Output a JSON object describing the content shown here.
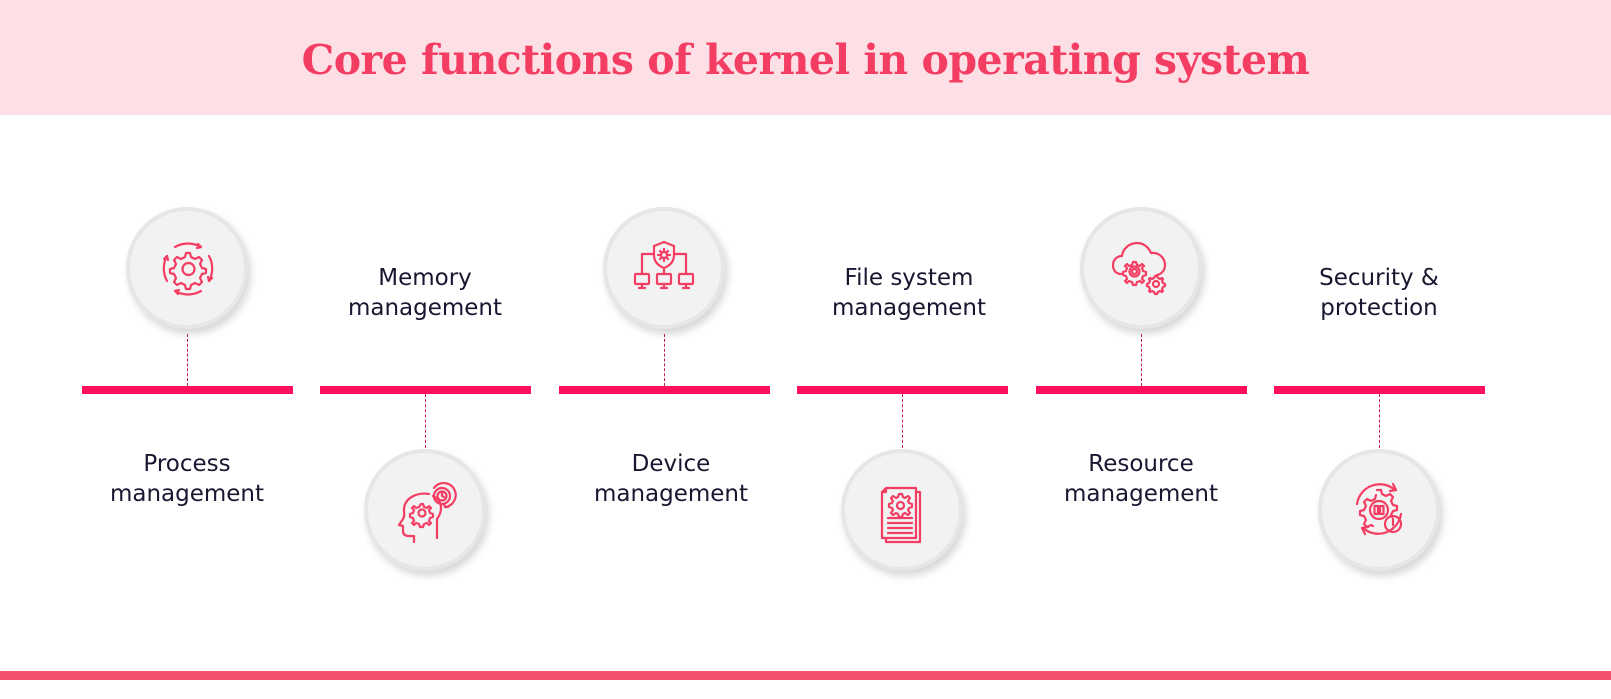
{
  "header": {
    "title": "Core functions of kernel in operating system"
  },
  "colors": {
    "header_bg": "#fde0e6",
    "title": "#f43d63",
    "bar": "#ff0f5b",
    "icon_stroke": "#f43d63",
    "circle_bg": "#f2f2f2",
    "bottom_rule": "#f2506e",
    "label_text": "#1b1530"
  },
  "functions": [
    {
      "id": "process",
      "label_line1": "Process",
      "label_line2": "management",
      "icon": "gear-cycle-icon",
      "icon_position": "top",
      "label_position": "bottom"
    },
    {
      "id": "memory",
      "label_line1": "Memory",
      "label_line2": "management",
      "icon": "head-gear-clock-icon",
      "icon_position": "bottom",
      "label_position": "top"
    },
    {
      "id": "device",
      "label_line1": "Device",
      "label_line2": "management",
      "icon": "shield-network-devices-icon",
      "icon_position": "top",
      "label_position": "bottom"
    },
    {
      "id": "filesystem",
      "label_line1": "File system",
      "label_line2": "management",
      "icon": "document-gear-icon",
      "icon_position": "bottom",
      "label_position": "top"
    },
    {
      "id": "resource",
      "label_line1": "Resource",
      "label_line2": "management",
      "icon": "cloud-gears-icon",
      "icon_position": "top",
      "label_position": "bottom"
    },
    {
      "id": "security",
      "label_line1": "Security &",
      "label_line2": "protection",
      "icon": "gear-pause-alert-icon",
      "icon_position": "bottom",
      "label_position": "top"
    }
  ]
}
